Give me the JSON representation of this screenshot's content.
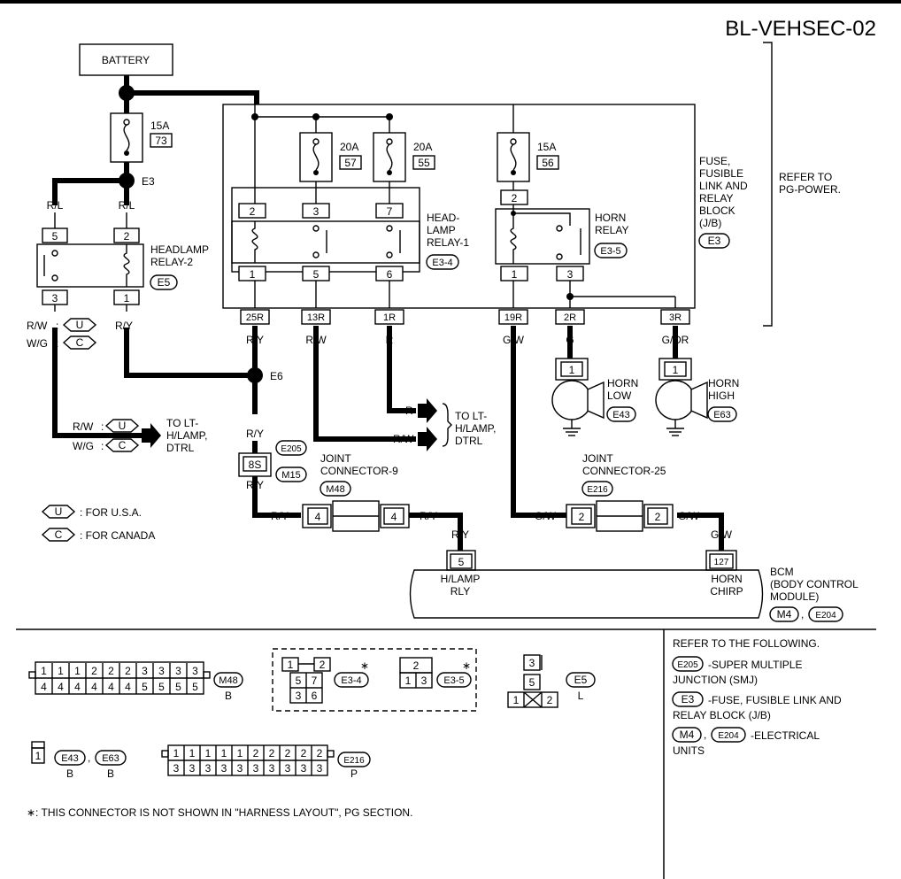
{
  "diagram_id": "BL-VEHSEC-02",
  "battery": "BATTERY",
  "fuses": [
    {
      "amp": "15A",
      "num": "73"
    },
    {
      "amp": "20A",
      "num": "57"
    },
    {
      "amp": "20A",
      "num": "55"
    },
    {
      "amp": "15A",
      "num": "56"
    }
  ],
  "jb": {
    "l1": "FUSE,",
    "l2": "FUSIBLE",
    "l3": "LINK AND",
    "l4": "RELAY",
    "l5": "BLOCK",
    "l6": "(J/B)",
    "conn": "E3",
    "refer1": "REFER TO",
    "refer2": "PG-POWER."
  },
  "splices": [
    "E3",
    "E6"
  ],
  "headlamp_relay2": {
    "l1": "HEADLAMP",
    "l2": "RELAY-2",
    "conn": "E5",
    "pins": [
      "5",
      "2",
      "3",
      "1"
    ]
  },
  "headlamp_relay1": {
    "l1": "HEAD-",
    "l2": "LAMP",
    "l3": "RELAY-1",
    "conn": "E3-4",
    "pins_top": [
      "2",
      "3",
      "7"
    ],
    "pins_bot": [
      "1",
      "5",
      "6"
    ]
  },
  "horn_relay": {
    "l1": "HORN",
    "l2": "RELAY",
    "conn": "E3-5",
    "pins_top": [
      "2"
    ],
    "pins_bot": [
      "1",
      "3"
    ]
  },
  "jb_out_pins": [
    "25R",
    "13R",
    "1R",
    "19R",
    "2R",
    "3R"
  ],
  "wires": {
    "rl": "R/L",
    "rw": "R/W",
    "wg": "W/G",
    "ry": "R/Y",
    "r": "R",
    "gw": "G/W",
    "g": "G",
    "gor": "G/OR",
    "u": "U",
    "c": "C"
  },
  "to_lt_1": {
    "l1": "TO LT-",
    "l2": "H/LAMP,",
    "l3": "DTRL"
  },
  "to_lt_2": {
    "l1": "TO LT-",
    "l2": "H/LAMP,",
    "l3": "DTRL"
  },
  "horn_low": {
    "l1": "HORN",
    "l2": "LOW",
    "conn": "E43",
    "pin": "1"
  },
  "horn_high": {
    "l1": "HORN",
    "l2": "HIGH",
    "conn": "E63",
    "pin": "1"
  },
  "smj_pin": {
    "pin": "8S",
    "conn1": "E205",
    "conn2": "M15"
  },
  "jc9": {
    "l1": "JOINT",
    "l2": "CONNECTOR-9",
    "conn": "M48",
    "pin_l": "4",
    "pin_r": "4"
  },
  "jc25": {
    "l1": "JOINT",
    "l2": "CONNECTOR-25",
    "conn": "E216",
    "pin_l": "2",
    "pin_r": "2"
  },
  "bcm": {
    "l1": "BCM",
    "l2": "(BODY CONTROL",
    "l3": "MODULE)",
    "conn1": "M4",
    "conn2": "E204",
    "pin_a": "5",
    "label_a1": "H/LAMP",
    "label_a2": "RLY",
    "pin_b": "127",
    "label_b1": "HORN",
    "label_b2": "CHIRP"
  },
  "legend": {
    "u_text": ": FOR U.S.A.",
    "c_text": ": FOR CANADA"
  },
  "refer_box": {
    "title": "REFER TO THE FOLLOWING.",
    "r1a": "-SUPER MULTIPLE",
    "r1b": "JUNCTION (SMJ)",
    "r2a": "-FUSE, FUSIBLE LINK AND",
    "r2b": "RELAY BLOCK (J/B)",
    "r3a": "-ELECTRICAL",
    "r3b": "UNITS",
    "c205": "E205",
    "cE3": "E3",
    "cM4": "M4",
    "cE204": "E204",
    "comma": ","
  },
  "conn_m48": {
    "top": [
      "1",
      "1",
      "1",
      "2",
      "2",
      "2",
      "3",
      "3",
      "3",
      "3"
    ],
    "bot": [
      "4",
      "4",
      "4",
      "4",
      "4",
      "4",
      "5",
      "5",
      "5",
      "5"
    ],
    "id": "M48",
    "color": "B"
  },
  "conn_e34": {
    "id": "E3-4",
    "cells": [
      "1",
      "2",
      "5",
      "7",
      "3",
      "6"
    ]
  },
  "conn_e35": {
    "id": "E3-5",
    "cells": [
      "2",
      "1",
      "3"
    ]
  },
  "conn_e5": {
    "id": "E5",
    "color": "L",
    "cells": [
      "3",
      "5",
      "1",
      "2"
    ]
  },
  "conn_e43_e63": {
    "cell": "1",
    "id1": "E43",
    "c1": "B",
    "id2": "E63",
    "c2": "B"
  },
  "conn_e216": {
    "top": [
      "1",
      "1",
      "1",
      "1",
      "1",
      "2",
      "2",
      "2",
      "2",
      "2"
    ],
    "bot": [
      "3",
      "3",
      "3",
      "3",
      "3",
      "3",
      "3",
      "3",
      "3",
      "3"
    ],
    "id": "E216",
    "color": "P"
  },
  "footnote": "∗: THIS CONNECTOR IS NOT SHOWN IN \"HARNESS LAYOUT\", PG SECTION.",
  "asterisk": "∗"
}
